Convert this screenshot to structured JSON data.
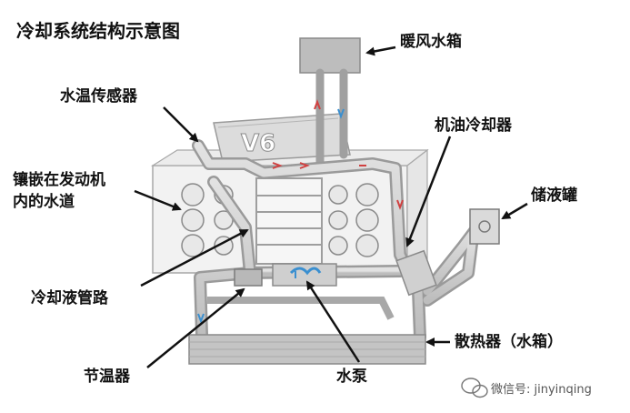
{
  "title": "冷却系统结构示意图",
  "engine_mark": "V6",
  "labels": {
    "heater_core": "暖风水箱",
    "temp_sensor": "水温传感器",
    "oil_cooler": "机油冷却器",
    "jacket_line1": "镶嵌在发动机",
    "jacket_line2": "内的水道",
    "reservoir": "储液罐",
    "coolant_pipe": "冷却液管路",
    "radiator": "散热器（水箱）",
    "thermostat": "节温器",
    "water_pump": "水泵"
  },
  "watermark": "微信号: jinyinqing",
  "colors": {
    "pipe": "#c8c8c8",
    "engine": "#d6d6d6",
    "block_outline": "#999999",
    "arrow_blue": "#3a8fd0",
    "arrow_red": "#d04040",
    "pointer": "#111111"
  }
}
